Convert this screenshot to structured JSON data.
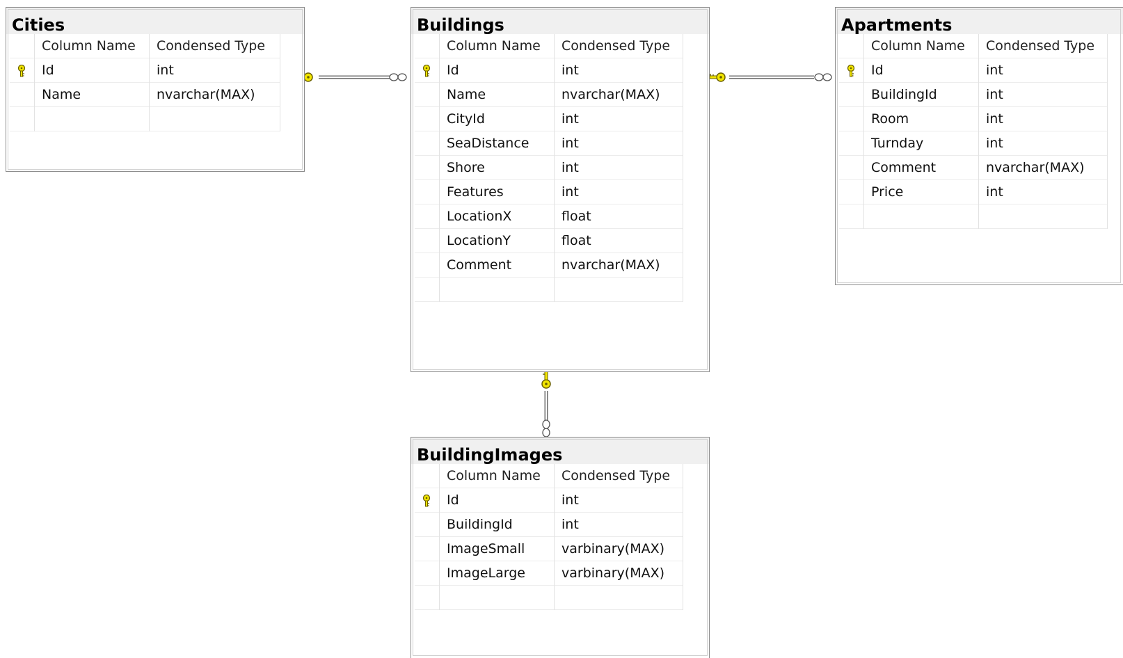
{
  "header_labels": {
    "column_name": "Column Name",
    "condensed_type": "Condensed Type"
  },
  "tables": {
    "cities": {
      "title": "Cities",
      "rows": [
        {
          "name": "Id",
          "type": "int",
          "pk": true
        },
        {
          "name": "Name",
          "type": "nvarchar(MAX)",
          "pk": false
        }
      ]
    },
    "buildings": {
      "title": "Buildings",
      "rows": [
        {
          "name": "Id",
          "type": "int",
          "pk": true
        },
        {
          "name": "Name",
          "type": "nvarchar(MAX)",
          "pk": false
        },
        {
          "name": "CityId",
          "type": "int",
          "pk": false
        },
        {
          "name": "SeaDistance",
          "type": "int",
          "pk": false
        },
        {
          "name": "Shore",
          "type": "int",
          "pk": false
        },
        {
          "name": "Features",
          "type": "int",
          "pk": false
        },
        {
          "name": "LocationX",
          "type": "float",
          "pk": false
        },
        {
          "name": "LocationY",
          "type": "float",
          "pk": false
        },
        {
          "name": "Comment",
          "type": "nvarchar(MAX)",
          "pk": false
        }
      ]
    },
    "apartments": {
      "title": "Apartments",
      "rows": [
        {
          "name": "Id",
          "type": "int",
          "pk": true
        },
        {
          "name": "BuildingId",
          "type": "int",
          "pk": false
        },
        {
          "name": "Room",
          "type": "int",
          "pk": false
        },
        {
          "name": "Turnday",
          "type": "int",
          "pk": false
        },
        {
          "name": "Comment",
          "type": "nvarchar(MAX)",
          "pk": false
        },
        {
          "name": "Price",
          "type": "int",
          "pk": false
        }
      ]
    },
    "building_images": {
      "title": "BuildingImages",
      "rows": [
        {
          "name": "Id",
          "type": "int",
          "pk": true
        },
        {
          "name": "BuildingId",
          "type": "int",
          "pk": false
        },
        {
          "name": "ImageSmall",
          "type": "varbinary(MAX)",
          "pk": false
        },
        {
          "name": "ImageLarge",
          "type": "varbinary(MAX)",
          "pk": false
        }
      ]
    }
  },
  "relationships": [
    {
      "from": "cities",
      "to": "buildings",
      "one_end": "key-icon",
      "many_end": "infinity-icon"
    },
    {
      "from": "buildings",
      "to": "apartments",
      "one_end": "key-icon",
      "many_end": "infinity-icon"
    },
    {
      "from": "buildings",
      "to": "building_images",
      "one_end": "key-icon",
      "many_end": "infinity-icon"
    }
  ],
  "colors": {
    "key": "#f2e600",
    "key_outline": "#6b6000",
    "title_bg": "#f0f0f0",
    "border": "#8c8c8c"
  }
}
